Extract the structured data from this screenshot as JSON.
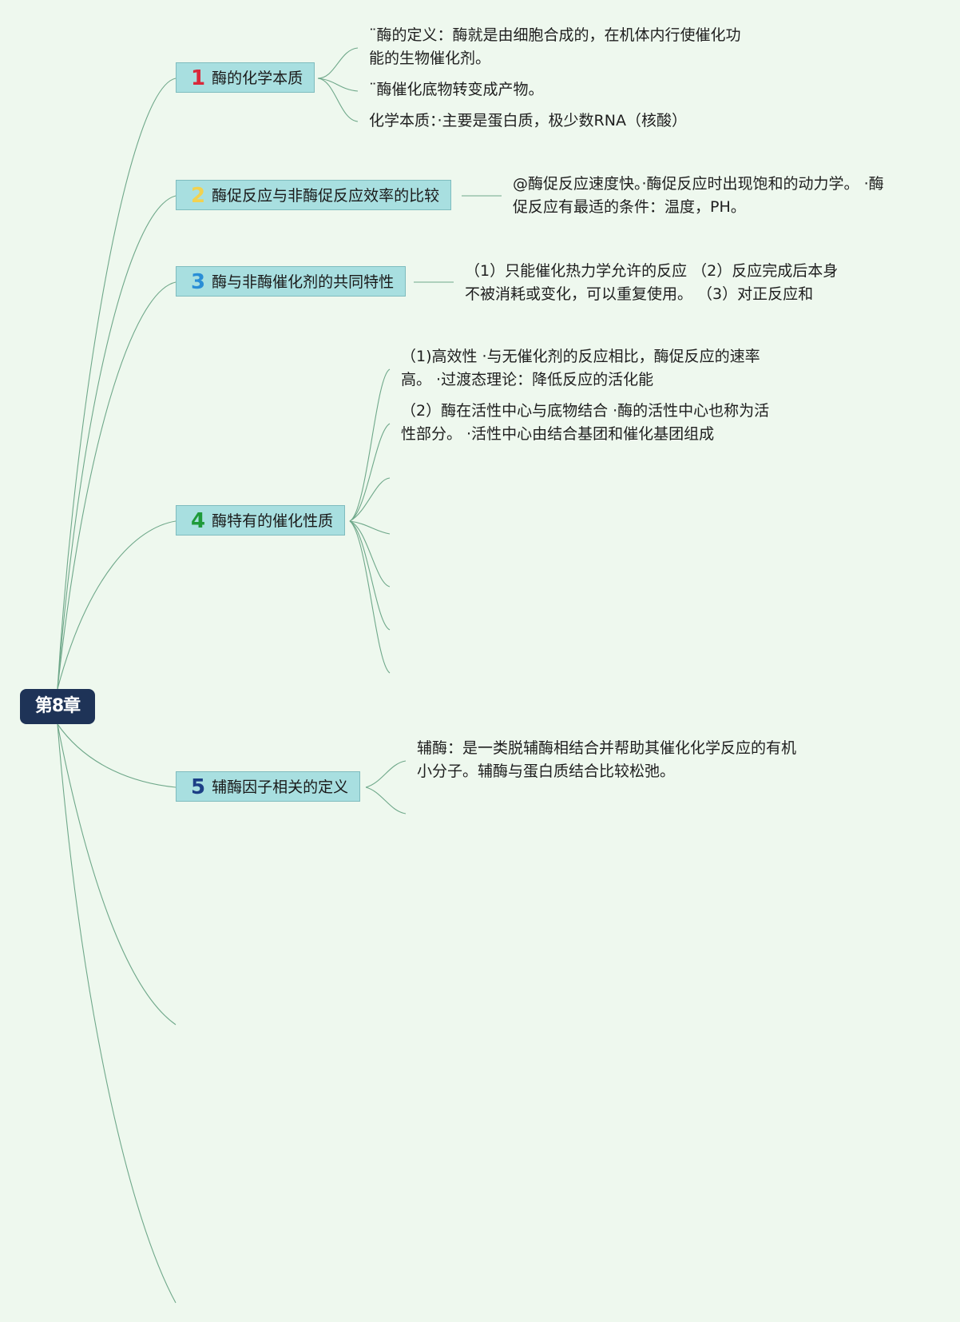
{
  "root": {
    "label": "第8章"
  },
  "topics": [
    {
      "num": "1",
      "label": "酶的化学本质",
      "num_color": "#d9283a"
    },
    {
      "num": "2",
      "label": "酶促反应与非酶促反应效率的比较",
      "num_color": "#f2d24f"
    },
    {
      "num": "3",
      "label": "酶与非酶催化剂的共同特性",
      "num_color": "#2a8ed6"
    },
    {
      "num": "4",
      "label": "酶特有的催化性质",
      "num_color": "#1f9a3a"
    },
    {
      "num": "5",
      "label": "辅酶因子相关的定义",
      "num_color": "#1c3f86"
    }
  ],
  "leaves": {
    "t1": {
      "a1": "¨酶的定义：酶就是由细胞合成的，在机体内行使催化功",
      "a2": "能的生物催化剂。",
      "b": "¨酶催化底物转变成产物。",
      "c": "化学本质：·主要是蛋白质，极少数RNA（核酸）"
    },
    "t2": {
      "a1": "@酶促反应速度快。·酶促反应时出现饱和的动力学。 ·酶",
      "a2": "促反应有最适的条件：温度，PH。"
    },
    "t3": {
      "a1": "（1）只能催化热力学允许的反应 （2）反应完成后本身",
      "a2": "不被消耗或变化，可以重复使用。 （3）对正反应和"
    },
    "t4": {
      "a1": "（1)高效性 ·与无催化剂的反应相比，酶促反应的速率",
      "a2": "高。 ·过渡态理论：降低反应的活化能",
      "b1": "（2）酶在活性中心与底物结合 ·酶的活性中心也称为活",
      "b2": "性部分。 ·活性中心由结合基团和催化基团组成"
    },
    "t5": {
      "a1": "辅酶：是一类脱辅酶相结合并帮助其催化化学反应的有机",
      "a2": "小分子。辅酶与蛋白质结合比较松弛。"
    }
  },
  "colors": {
    "background": "#eef8ee",
    "root_fill": "#1e3357",
    "topic_fill": "#a8dfe0",
    "connector": "#6fa88a"
  }
}
